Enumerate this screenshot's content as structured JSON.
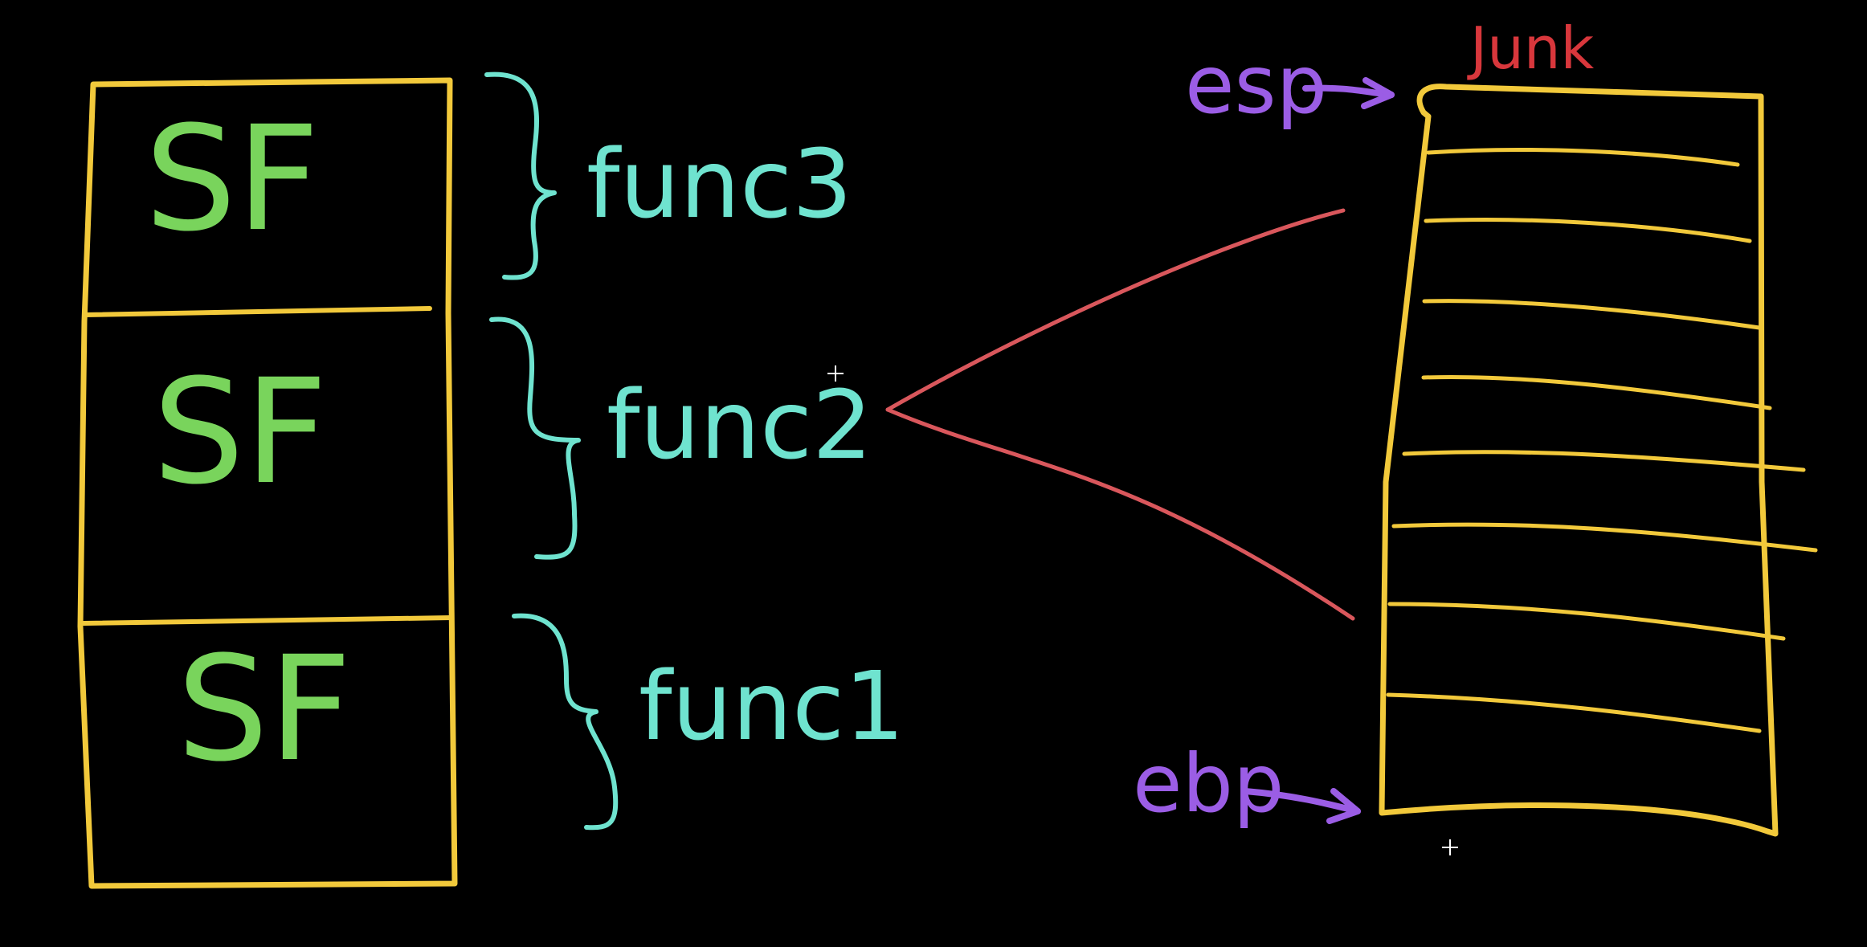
{
  "colors": {
    "background": "#000000",
    "box": "#f2c93b",
    "sf_text": "#79d45c",
    "func_text": "#6fe3cf",
    "register": "#9b5de5",
    "zoom_lines": "#d9575c",
    "junk": "#d8373c"
  },
  "stack_frames": [
    {
      "label": "SF",
      "function": "func3"
    },
    {
      "label": "SF",
      "function": "func2"
    },
    {
      "label": "SF",
      "function": "func1"
    }
  ],
  "frame_detail": {
    "title": "Junk",
    "top_register": "esp",
    "bottom_register": "ebp"
  }
}
